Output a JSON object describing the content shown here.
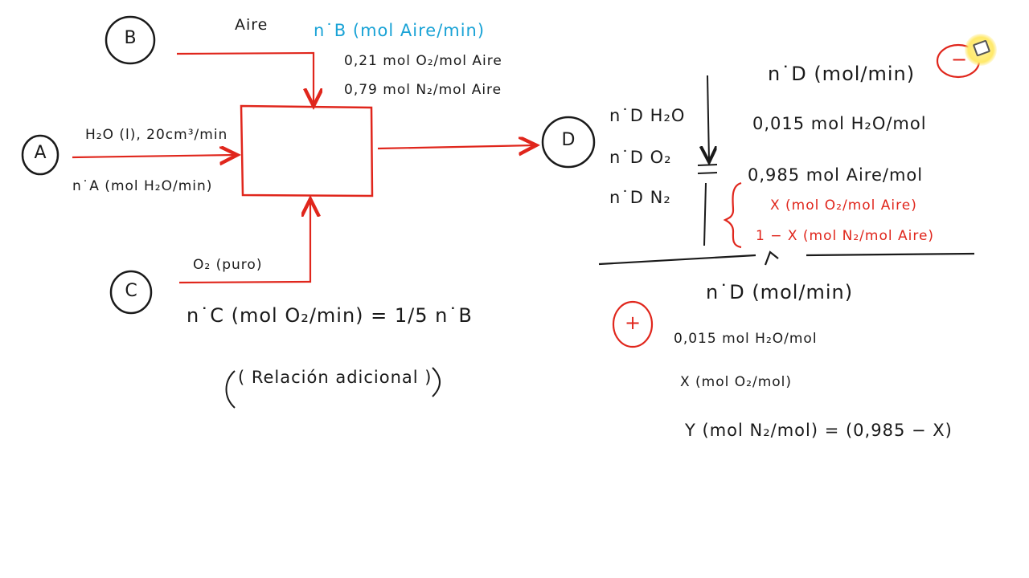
{
  "colors": {
    "ink": "#1a1a1a",
    "red": "#e0261c",
    "blue": "#1aa3d6"
  },
  "nodes": {
    "a": "A",
    "b": "B",
    "c": "C",
    "d": "D"
  },
  "stream_b": {
    "label": "Aire",
    "flow": "n˙B (mol Aire/min)",
    "o2": "0,21 mol O₂/mol Aire",
    "n2": "0,79 mol N₂/mol Aire"
  },
  "stream_a": {
    "label": "H₂O (l), 20cm³/min",
    "flow": "n˙A (mol H₂O/min)"
  },
  "stream_c": {
    "label": "O₂ (puro)",
    "flow": "n˙C (mol O₂/min) = 1/5 n˙B",
    "note": "( Relación adicional )"
  },
  "stream_d_left": {
    "h2o": "n˙D H₂O",
    "o2": "n˙D O₂",
    "n2": "n˙D N₂"
  },
  "stream_d_top": {
    "flow": "n˙D (mol/min)",
    "h2o": "0,015 mol H₂O/mol",
    "air": "0,985 mol Aire/mol",
    "x_o2": "X (mol O₂/mol Aire)",
    "x_n2": "1 − X (mol N₂/mol Aire)",
    "circled_sign": "−"
  },
  "stream_d_bottom": {
    "flow": "n˙D (mol/min)",
    "h2o": "0,015 mol H₂O/mol",
    "o2": "X (mol O₂/mol)",
    "n2": "Y (mol N₂/mol) = (0,985 − X)",
    "circled_sign": "+"
  }
}
